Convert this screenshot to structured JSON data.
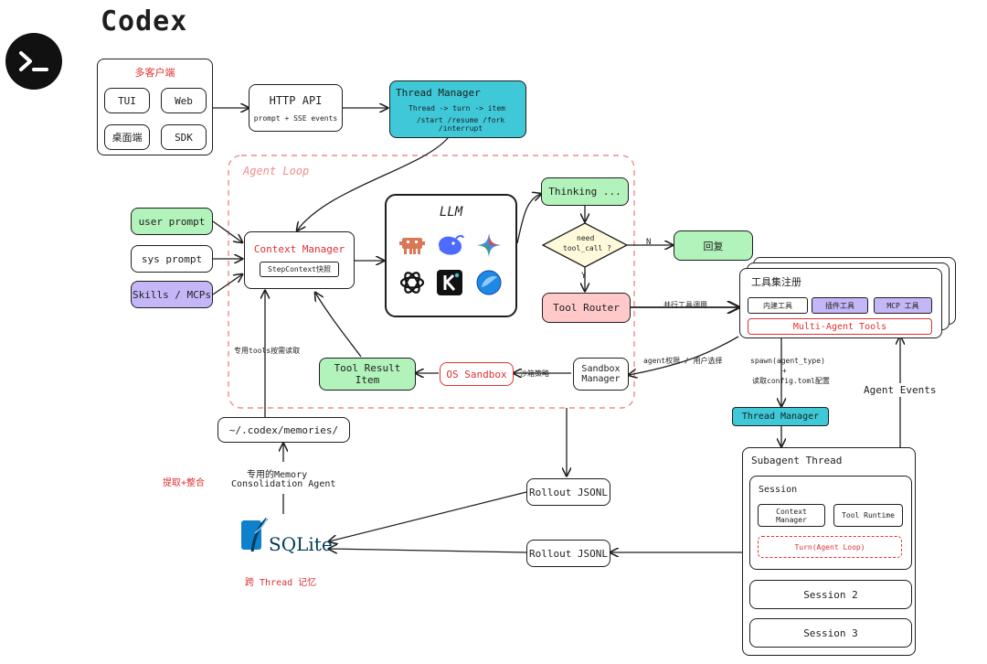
{
  "app": {
    "title": "Codex",
    "logo_icon": "terminal-prompt-icon"
  },
  "clients": {
    "title": "多客户端",
    "items": [
      "TUI",
      "Web",
      "桌面端",
      "SDK"
    ]
  },
  "http_api": {
    "title": "HTTP API",
    "subtitle": "prompt + SSE events"
  },
  "thread_manager_top": {
    "title": "Thread Manager",
    "line1": "Thread -> turn -> item",
    "line2": "/start /resume /fork /interrupt"
  },
  "agent_loop": {
    "label": "Agent Loop"
  },
  "inputs": {
    "user_prompt": "user prompt",
    "sys_prompt": "sys prompt",
    "skills": "Skills / MCPs"
  },
  "context_manager": {
    "title": "Context Manager",
    "snapshot": "StepContext快照"
  },
  "llm": {
    "title": "LLM",
    "model_icons": [
      "claude-icon",
      "deepseek-icon",
      "gemini-icon",
      "openai-icon",
      "kimi-icon",
      "doubao-icon"
    ]
  },
  "thinking": {
    "label": "Thinking ..."
  },
  "decision": {
    "line1": "need",
    "line2": "tool_call ?",
    "no": "N",
    "yes": "Y"
  },
  "reply": {
    "label": "回复"
  },
  "tool_router": {
    "label": "Tool Router"
  },
  "parallel_call": {
    "label": "并行工具调用"
  },
  "registry": {
    "title": "工具集注册",
    "builtin": "内建工具",
    "plugin": "插件工具",
    "mcp": "MCP 工具",
    "multi_agent": "Multi-Agent Tools"
  },
  "sandbox_manager": {
    "line1": "Sandbox",
    "line2": "Manager",
    "edge_label": "agent权限 / 用户选择"
  },
  "os_sandbox": {
    "label": "OS Sandbox",
    "edge_label": "沙箱策略"
  },
  "tool_result": {
    "line1": "Tool Result",
    "line2": "Item"
  },
  "memories": {
    "path": "~/.codex/memories/",
    "edge_label": "专用tools按需读取"
  },
  "consolidation": {
    "line1": "专用的Memory",
    "line2": "Consolidation Agent",
    "action": "提取+整合"
  },
  "sqlite": {
    "brand": "SQLite",
    "caption": "跨 Thread 记忆"
  },
  "rollout": {
    "label1": "Rollout JSONL",
    "label2": "Rollout JSONL"
  },
  "spawn": {
    "line1": "spawn(agent_type)",
    "line2": "+",
    "line3": "读取config.toml配置"
  },
  "thread_manager_sub": {
    "title": "Thread Manager"
  },
  "agent_events": {
    "label": "Agent Events"
  },
  "subagent": {
    "title": "Subagent Thread",
    "session": "Session",
    "context": [
      "Context",
      "Manager"
    ],
    "tool_runtime": "Tool Runtime",
    "turn": "Turn(Agent Loop)",
    "session2": "Session 2",
    "session3": "Session 3"
  },
  "colors": {
    "green": "#b2f2bb",
    "cyan": "#3ec8d8",
    "purple": "#c5b7f7",
    "pink": "#ffc9c9",
    "red": "#e03131"
  }
}
